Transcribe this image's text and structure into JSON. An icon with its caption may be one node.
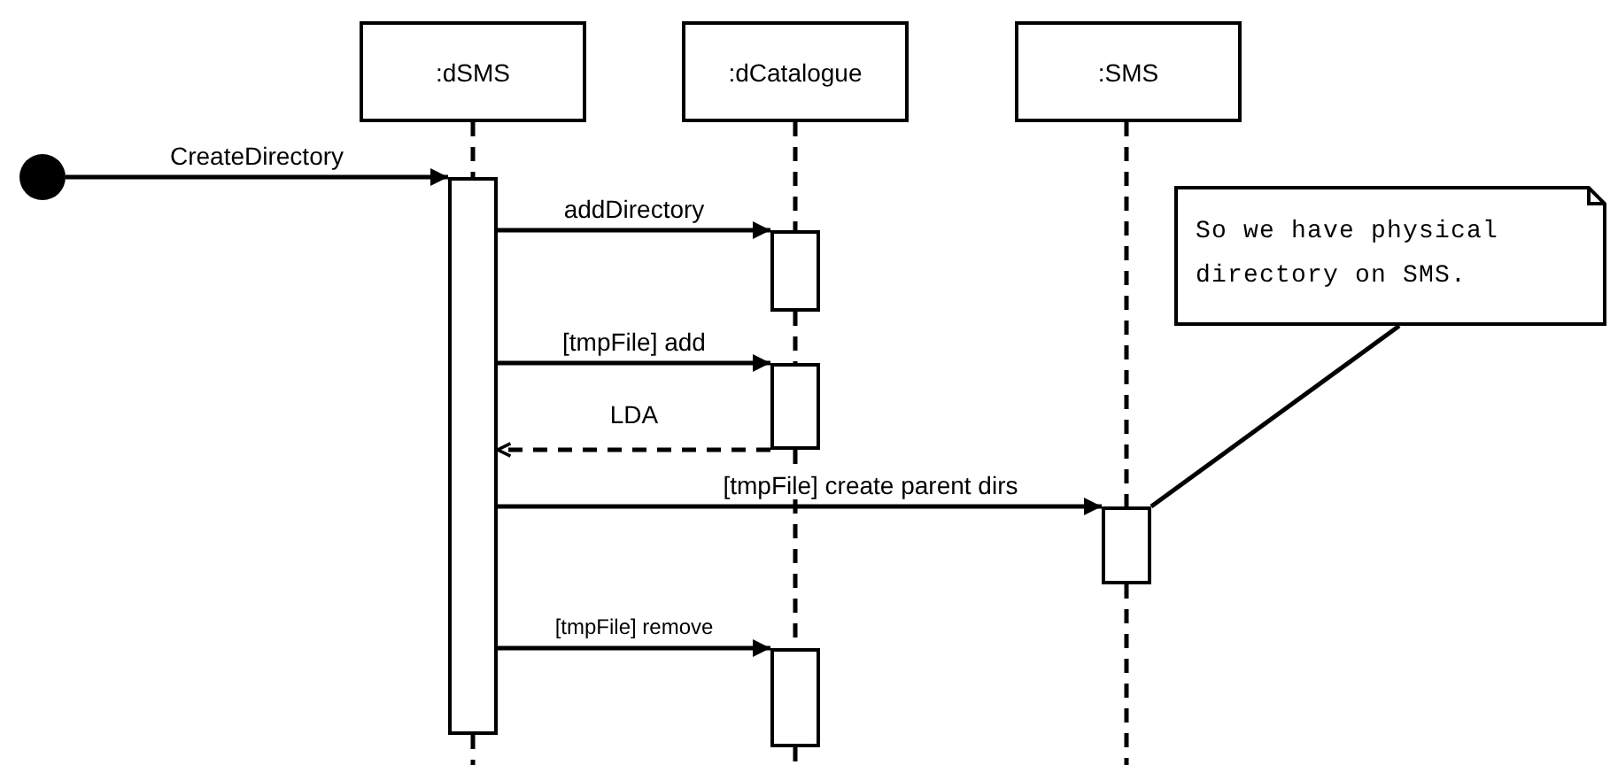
{
  "diagram": {
    "nodes": [
      {
        "text": [
          ":dSMS"
        ]
      },
      {
        "text": [
          ":dCatalogue"
        ]
      },
      {
        "text": [
          ":SMS"
        ]
      },
      {
        "text": [],
        "shape": "circle"
      },
      {
        "text": [],
        "shape": "bar"
      },
      {
        "text": [],
        "shape": "bar"
      },
      {
        "text": [],
        "shape": "bar"
      },
      {
        "text": [],
        "shape": "bar"
      },
      {
        "text": [],
        "shape": "bar"
      },
      {
        "text": [
          "So we have physical directory on SMS."
        ]
      }
    ],
    "edges": [
      {
        "from": 3,
        "to": 4,
        "arrow": "to",
        "label": "CreateDirectory"
      },
      {
        "from": 4,
        "to": 5,
        "arrow": "to",
        "label": "addDirectory"
      },
      {
        "from": 4,
        "to": 6,
        "arrow": "to",
        "label": "[tmpFile] add"
      },
      {
        "from": 6,
        "to": 4,
        "arrow": "to",
        "label": "LDA",
        "style": "dashed"
      },
      {
        "from": 4,
        "to": 8,
        "arrow": "to",
        "label": "[tmpFile] create parent dirs"
      },
      {
        "from": 4,
        "to": 7,
        "arrow": "to",
        "label": "[tmpFile] remove"
      },
      {
        "from": 9,
        "to": 8,
        "arrow": "none"
      },
      {
        "from": 0,
        "to": 4,
        "arrow": "none",
        "style": "dashed"
      },
      {
        "from": 1,
        "to": 5,
        "arrow": "none",
        "style": "dashed"
      },
      {
        "from": 5,
        "to": 6,
        "arrow": "none",
        "style": "dashed"
      },
      {
        "from": 6,
        "to": 7,
        "arrow": "none",
        "style": "dashed"
      },
      {
        "from": 2,
        "to": 8,
        "arrow": "none",
        "style": "dashed"
      }
    ]
  }
}
